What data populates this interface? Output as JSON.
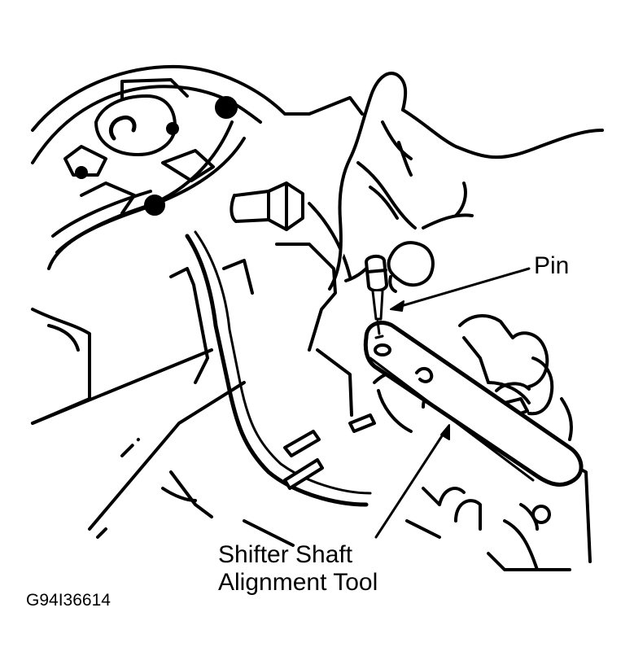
{
  "labels": {
    "pin": "Pin",
    "tool_line1": "Shifter Shaft",
    "tool_line2": "Alignment Tool"
  },
  "figure_id": "G94I36614",
  "colors": {
    "ink": "#000000",
    "paper": "#ffffff"
  }
}
